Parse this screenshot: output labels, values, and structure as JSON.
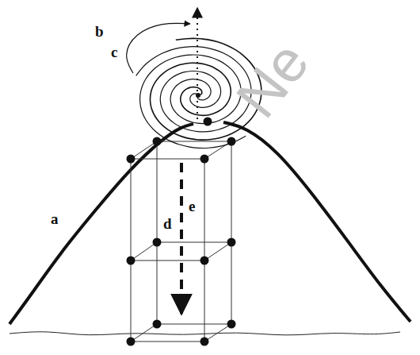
{
  "diagram": {
    "labels": [
      "a",
      "b",
      "c",
      "d",
      "e",
      "Ne"
    ]
  }
}
